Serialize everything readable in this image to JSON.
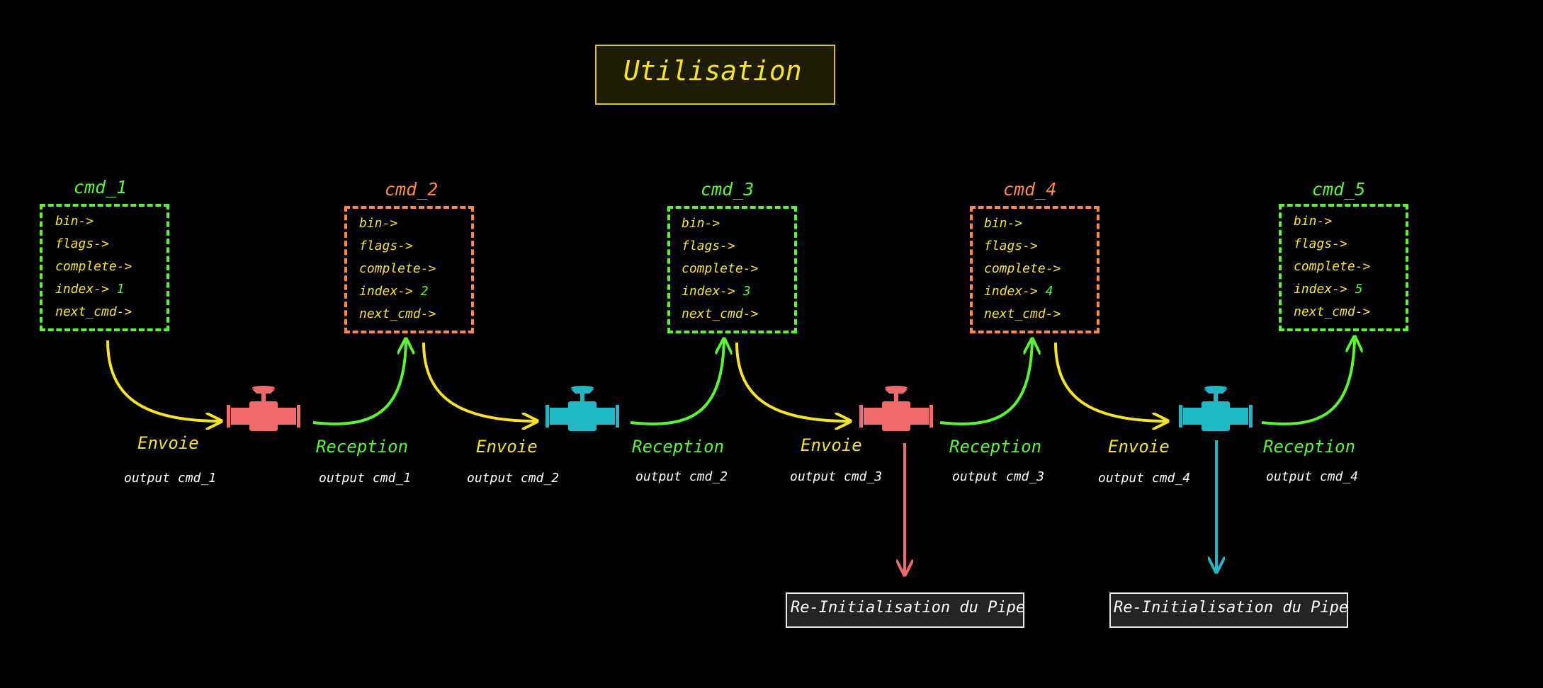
{
  "title": "Utilisation",
  "field_labels": {
    "bin": "bin->",
    "flags": "flags->",
    "complete": "complete->",
    "index": "index->",
    "next_cmd": "next_cmd->"
  },
  "colors": {
    "green": "#58f72a",
    "orange": "#ff8a3a",
    "yellow": "#f5e61a",
    "red_valve": "#f26b6b",
    "cyan_valve": "#1fb8c5"
  },
  "commands": [
    {
      "name": "cmd_1",
      "index": "1",
      "color": "green"
    },
    {
      "name": "cmd_2",
      "index": "2",
      "color": "orange"
    },
    {
      "name": "cmd_3",
      "index": "3",
      "color": "green"
    },
    {
      "name": "cmd_4",
      "index": "4",
      "color": "orange"
    },
    {
      "name": "cmd_5",
      "index": "5",
      "color": "green"
    }
  ],
  "pipes": [
    {
      "send_label": "Envoie",
      "send_output": "output cmd_1",
      "receive_label": "Reception",
      "receive_output": "output cmd_1",
      "valve_color": "red_valve"
    },
    {
      "send_label": "Envoie",
      "send_output": "output cmd_2",
      "receive_label": "Reception",
      "receive_output": "output cmd_2",
      "valve_color": "cyan_valve"
    },
    {
      "send_label": "Envoie",
      "send_output": "output cmd_3",
      "receive_label": "Reception",
      "receive_output": "output cmd_3",
      "valve_color": "red_valve"
    },
    {
      "send_label": "Envoie",
      "send_output": "output cmd_4",
      "receive_label": "Reception",
      "receive_output": "output cmd_4",
      "valve_color": "cyan_valve"
    }
  ],
  "reinit": [
    {
      "label": "Re-Initialisation du Pipe",
      "color": "red_valve"
    },
    {
      "label": "Re-Initialisation du Pipe",
      "color": "cyan_valve"
    }
  ]
}
